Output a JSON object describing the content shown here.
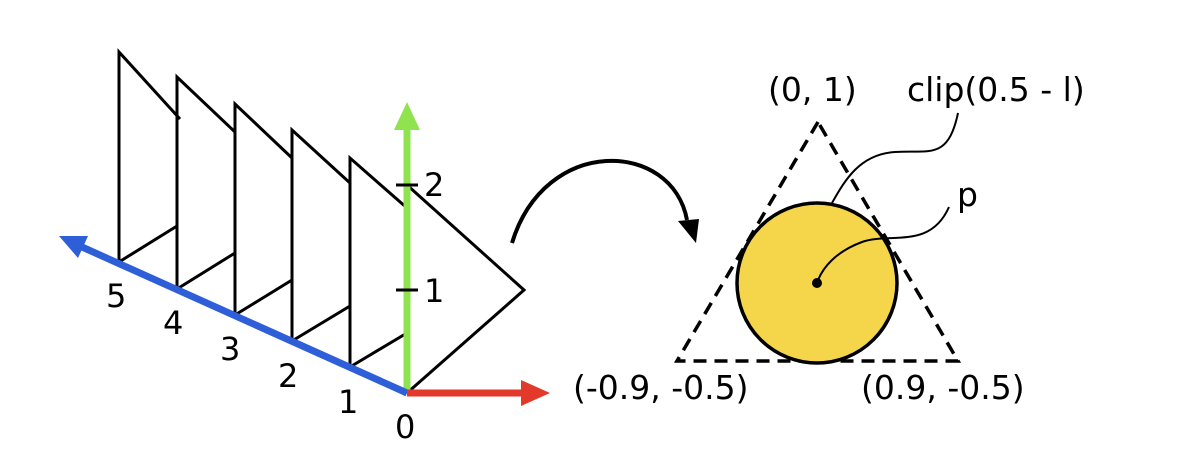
{
  "left_figure": {
    "frame_labels": [
      "5",
      "4",
      "3",
      "2",
      "1",
      "0"
    ],
    "vertical_ticks": [
      "1",
      "2"
    ],
    "colors": {
      "depth_axis": "#2f5fd8",
      "up_axis": "#8ee34f",
      "right_axis": "#e2392b",
      "stroke": "#000000"
    }
  },
  "right_figure": {
    "vertex_top": "(0, 1)",
    "vertex_left": "(-0.9, -0.5)",
    "vertex_right": "(0.9, -0.5)",
    "clip_label": "clip(0.5 - l)",
    "point_label": "p",
    "colors": {
      "circle_fill": "#f5d54a",
      "stroke": "#000000"
    }
  }
}
